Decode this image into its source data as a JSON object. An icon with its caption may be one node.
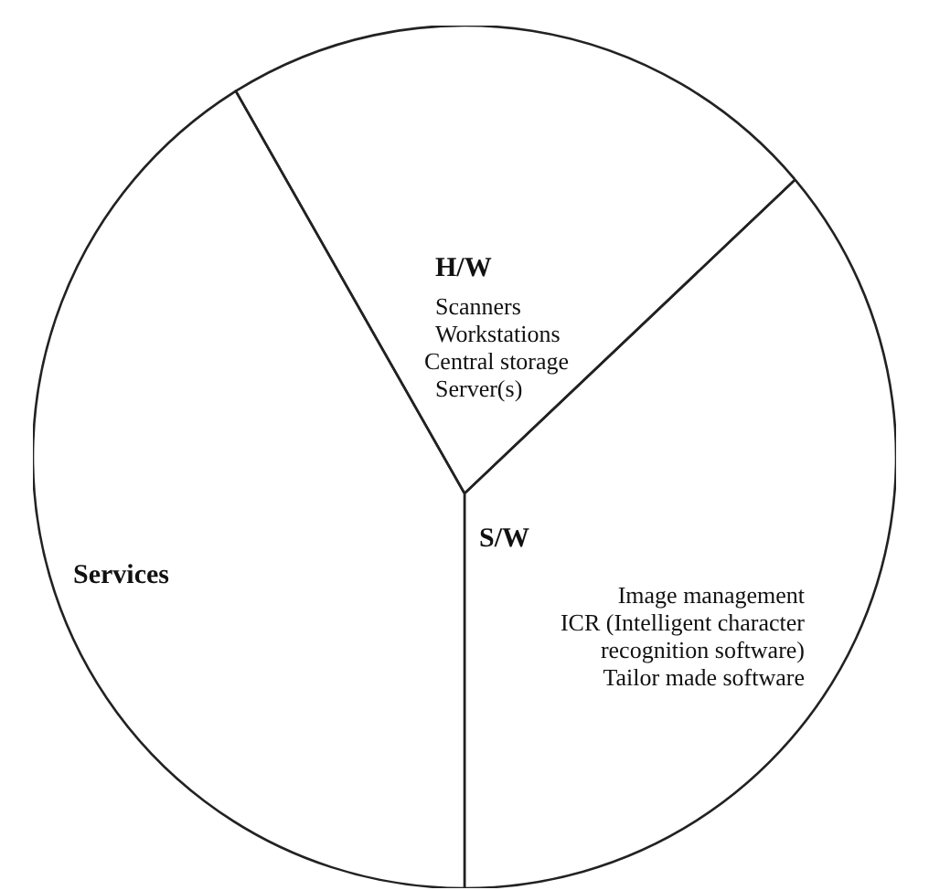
{
  "diagram": {
    "nodes": [
      {
        "text": [
          "H/W",
          "Scanners",
          "Workstations",
          "Central storage",
          "Server(s)"
        ]
      },
      {
        "text": [
          "Services"
        ]
      },
      {
        "text": [
          "S/W",
          "Image management",
          "ICR (Intelligent character recognition software)",
          "Tailor made software"
        ]
      }
    ]
  }
}
